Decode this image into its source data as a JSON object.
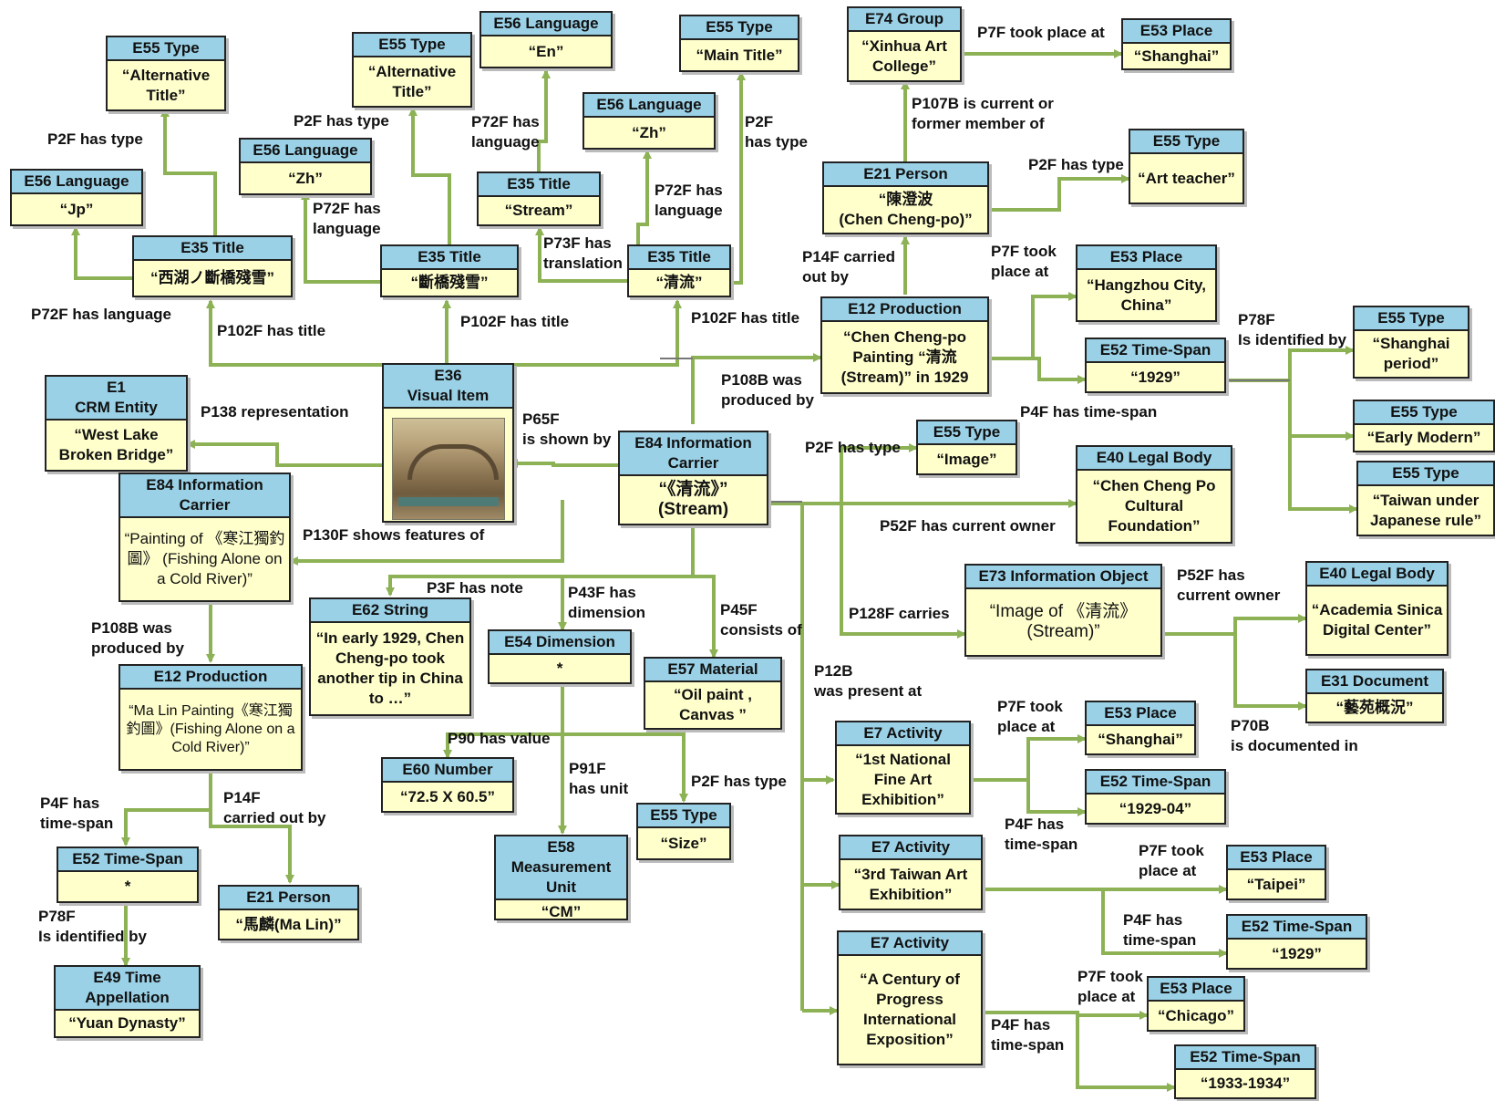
{
  "colors": {
    "edge": "#8db255",
    "node_header": "#9ad1e6",
    "node_body": "#ffffcc",
    "border": "#222222"
  },
  "nodes": {
    "e55_alt1": {
      "type": "E55 Type",
      "value": "“Alternative Title”"
    },
    "e55_alt2": {
      "type": "E55 Type",
      "value": "“Alternative Title”"
    },
    "e56_en": {
      "type": "E56 Language",
      "value": "“En”"
    },
    "e55_main": {
      "type": "E55 Type",
      "value": "“Main Title”"
    },
    "e74_group": {
      "type": "E74 Group",
      "value": "“Xinhua Art College”"
    },
    "e53_shanghai1": {
      "type": "E53 Place",
      "value": "“Shanghai”"
    },
    "e56_jp": {
      "type": "E56 Language",
      "value": "“Jp”"
    },
    "e56_zh1": {
      "type": "E56 Language",
      "value": "“Zh”"
    },
    "e56_zh2": {
      "type": "E56 Language",
      "value": "“Zh”"
    },
    "e35_stream": {
      "type": "E35 Title",
      "value": "“Stream”"
    },
    "e21_chen": {
      "type": "E21 Person",
      "value": "“陳澄波\n(Chen Cheng-po)”"
    },
    "e55_art_teacher": {
      "type": "E55 Type",
      "value": "“Art teacher”"
    },
    "e35_title1": {
      "type": "E35 Title",
      "value": "“西湖ノ斷橋殘雪”"
    },
    "e35_title2": {
      "type": "E35 Title",
      "value": "“斷橋殘雪”"
    },
    "e35_title3": {
      "type": "E35 Title",
      "value": "“清流”"
    },
    "e53_hangzhou": {
      "type": "E53 Place",
      "value": "“Hangzhou City, China”"
    },
    "e12_chen": {
      "type": "E12 Production",
      "value": "“Chen Cheng-po Painting “清流 (Stream)” in 1929"
    },
    "e52_1929a": {
      "type": "E52 Time-Span",
      "value": "“1929”"
    },
    "e55_shanghai_period": {
      "type": "E55 Type",
      "value": "“Shanghai period”"
    },
    "e1_crm": {
      "type": "E1\nCRM Entity",
      "value": "“West Lake Broken Bridge”"
    },
    "e36_visual": {
      "type": "E36\nVisual Item",
      "value": ""
    },
    "e84_stream": {
      "type": "E84 Information Carrier",
      "value": "“《清流》”\n(Stream)"
    },
    "e55_image": {
      "type": "E55 Type",
      "value": "“Image”"
    },
    "e55_early_modern": {
      "type": "E55 Type",
      "value": "“Early Modern”"
    },
    "e55_taiwan": {
      "type": "E55 Type",
      "value": "“Taiwan under Japanese rule”"
    },
    "e84_painting": {
      "type": "E84 Information Carrier",
      "value": "“Painting of 《寒江獨釣圖》 (Fishing Alone on a Cold River)”"
    },
    "e40_foundation": {
      "type": "E40 Legal Body",
      "value": "“Chen Cheng Po Cultural Foundation”"
    },
    "e73_image": {
      "type": "E73 Information Object",
      "value": "“Image of 《清流》(Stream)”"
    },
    "e40_academia": {
      "type": "E40 Legal Body",
      "value": "“Academia Sinica Digital Center”"
    },
    "e62_string": {
      "type": "E62 String",
      "value": "“In early 1929, Chen Cheng-po took another tip in China to …”"
    },
    "e54_dimension": {
      "type": "E54 Dimension",
      "value": "*"
    },
    "e57_material": {
      "type": "E57 Material",
      "value": "“Oil paint , Canvas ”"
    },
    "e12_malin": {
      "type": "E12 Production",
      "value": "“Ma Lin Painting《寒江獨釣圖》(Fishing Alone on a Cold River)”"
    },
    "e31_document": {
      "type": "E31 Document",
      "value": "“藝苑概況”"
    },
    "e7_first": {
      "type": "E7 Activity",
      "value": "“1st National Fine Art Exhibition”"
    },
    "e53_shanghai2": {
      "type": "E53 Place",
      "value": "“Shanghai”"
    },
    "e52_1929_04": {
      "type": "E52 Time-Span",
      "value": "“1929-04”"
    },
    "e60_number": {
      "type": "E60 Number",
      "value": "“72.5 X 60.5”"
    },
    "e55_size": {
      "type": "E55 Type",
      "value": "“Size”"
    },
    "e58_unit": {
      "type": "E58 Measurement Unit",
      "value": "“CM”"
    },
    "e52_star": {
      "type": "E52 Time-Span",
      "value": "*"
    },
    "e21_malin": {
      "type": "E21 Person",
      "value": "“馬麟(Ma Lin)”"
    },
    "e7_third": {
      "type": "E7 Activity",
      "value": "“3rd Taiwan Art Exhibition”"
    },
    "e53_taipei": {
      "type": "E53 Place",
      "value": "“Taipei”"
    },
    "e52_1929b": {
      "type": "E52 Time-Span",
      "value": "“1929”"
    },
    "e49_yuan": {
      "type": "E49 Time Appellation",
      "value": "“Yuan Dynasty”"
    },
    "e7_century": {
      "type": "E7 Activity",
      "value": "“A Century of Progress International Exposition”"
    },
    "e53_chicago": {
      "type": "E53 Place",
      "value": "“Chicago”"
    },
    "e52_1933": {
      "type": "E52 Time-Span",
      "value": "“1933-1934”"
    }
  },
  "edge_labels": {
    "p2f_has_type_1": "P2F  has type",
    "p2f_has_type_2": "P2F has type",
    "p72f_lang_en": "P72F has\nlanguage",
    "p2f_has_type_main": "P2F\nhas type",
    "p7f_took_shanghai": "P7F took place at",
    "p107b": "P107B  is current or\nformer member of",
    "p72f_lang_zh1": "P72F has\nlanguage",
    "p72f_lang_zh2": "P72F has\nlanguage",
    "p2f_has_type_art": "P2F has type",
    "p73f": "P73F has\ntranslation",
    "p14f_chen": "P14F carried\nout by",
    "p7f_took_hangzhou": "P7F took\nplace at",
    "p72f_lang_jp": "P72F has language",
    "p102f_1": "P102F  has title",
    "p102f_2": "P102F  has title",
    "p102f_3": "P102F  has title",
    "p78f_1": "P78F\nIs identified by",
    "p108b_chen": "P108B was\nproduced by",
    "p138": "P138 representation",
    "p65f": "P65F\nis shown by",
    "p4f_chen": "P4F has time-span",
    "p2f_has_type_image": "P2F has type",
    "p130f": "P130F shows features of",
    "p52f_foundation": "P52F  has  current owner",
    "p3f": "P3F has note",
    "p43f": "P43F has\ndimension",
    "p45f": "P45F\nconsists of",
    "p128f": "P128F carries",
    "p52f_academia": "P52F  has\ncurrent owner",
    "p108b_malin": "P108B was\nproduced by",
    "p12b": "P12B\nwas present at",
    "p70b": "P70B\nis documented in",
    "p7f_took_shanghai2": "P7F took\nplace at",
    "p90": "P90 has value",
    "p91f": "P91F\nhas unit",
    "p2f_has_type_size": "P2F has type",
    "p4f_malin": "P4F has\ntime-span",
    "p14f_malin": "P14F\ncarried out by",
    "p4f_first": "P4F has\ntime-span",
    "p7f_took_taipei": "P7F took\nplace at",
    "p78f_2": "P78F\nIs identified by",
    "p4f_third": "P4F has\ntime-span",
    "p7f_took_chicago": "P7F took\nplace at",
    "p4f_century": "P4F has\ntime-span"
  }
}
